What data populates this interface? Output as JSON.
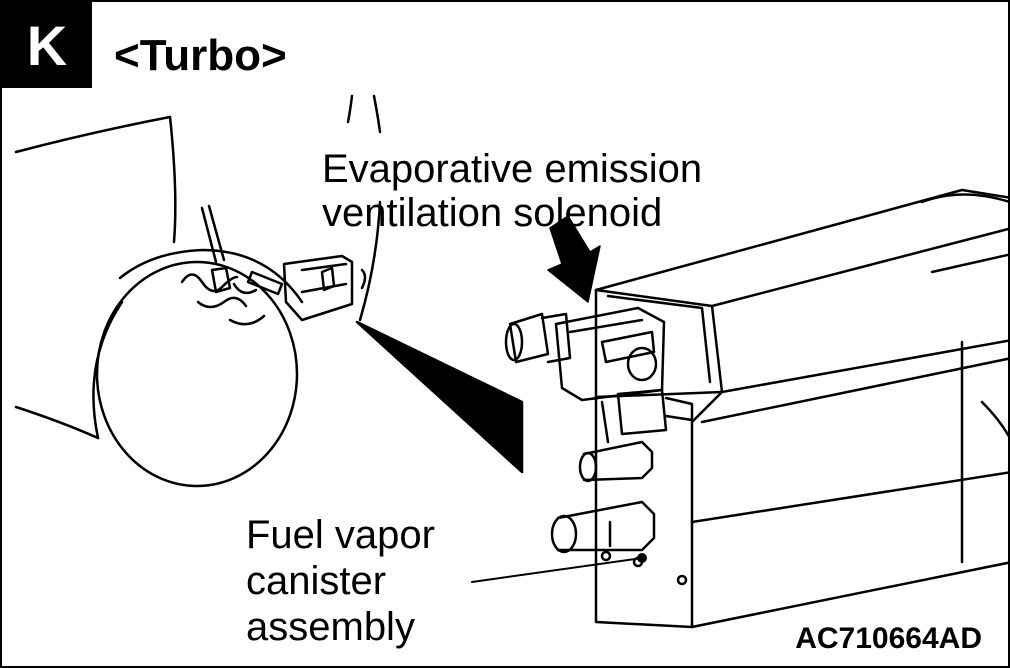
{
  "header": {
    "section_letter": "K",
    "title": "<Turbo>"
  },
  "labels": {
    "solenoid_line1": "Evaporative emission",
    "solenoid_line2": "ventilation solenoid",
    "canister_line1": "Fuel vapor",
    "canister_line2": "canister",
    "canister_line3": "assembly"
  },
  "figure_code": "AC710664AD",
  "colors": {
    "ink": "#000000",
    "paper": "#ffffff"
  }
}
